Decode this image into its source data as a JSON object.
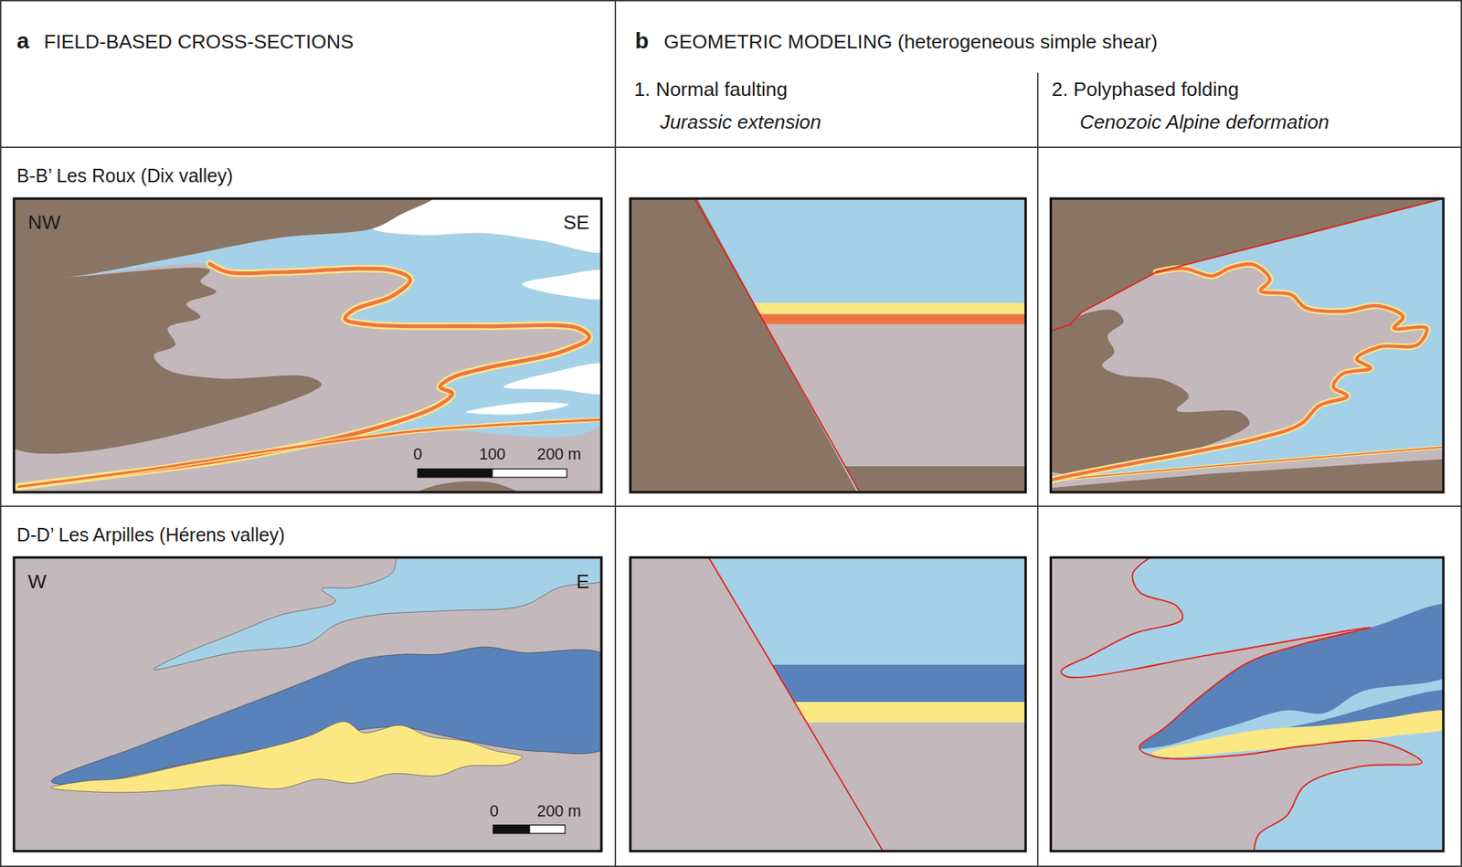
{
  "diagram": {
    "labels": [
      "a",
      "FIELD-BASED CROSS-SECTIONS",
      "b",
      "GEOMETRIC MODELING (heterogeneous simple shear)",
      "1. Normal faulting",
      "Jurassic extension",
      "2. Polyphased folding",
      "Cenozoic Alpine deformation",
      "B-B’ Les Roux (Dix valley)",
      "NW",
      "SE",
      "0",
      "100",
      "200 m",
      "D-D’ Les Arpilles (Hérens valley)",
      "W",
      "E",
      "0",
      "200 m"
    ]
  }
}
